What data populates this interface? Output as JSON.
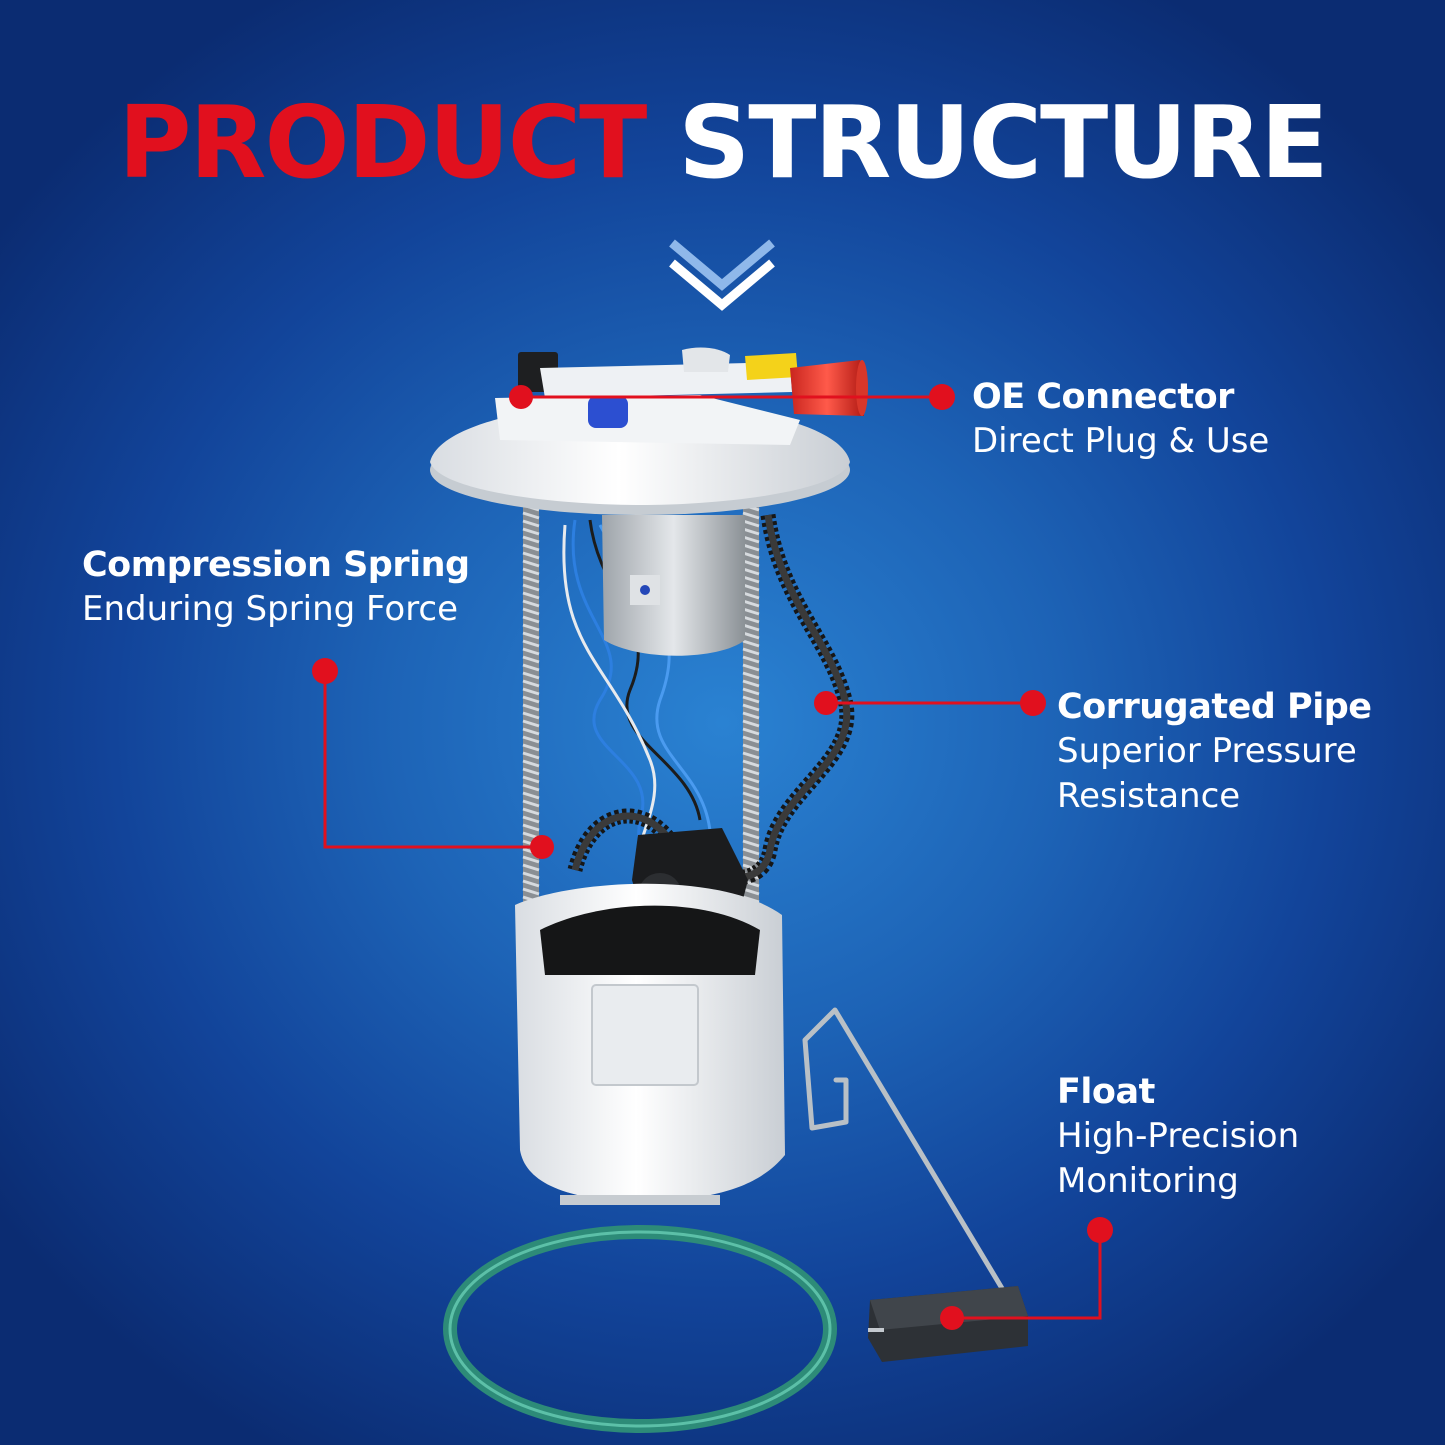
{
  "title": {
    "part1": "PRODUCT",
    "part2": "STRUCTURE"
  },
  "colors": {
    "accent_red": "#e1101e",
    "text": "#ffffff",
    "background": "#1a5cb0"
  },
  "callouts": {
    "oe_connector": {
      "title": "OE Connector",
      "line1": "Direct Plug & Use"
    },
    "compression_spring": {
      "title": "Compression Spring",
      "line1": "Enduring Spring Force"
    },
    "corrugated_pipe": {
      "title": "Corrugated Pipe",
      "line1": "Superior Pressure",
      "line2": "Resistance"
    },
    "float": {
      "title": "Float",
      "line1": "High-Precision",
      "line2": "Monitoring"
    }
  },
  "icons": {
    "scroll_indicator": "double-chevron-down-icon"
  }
}
